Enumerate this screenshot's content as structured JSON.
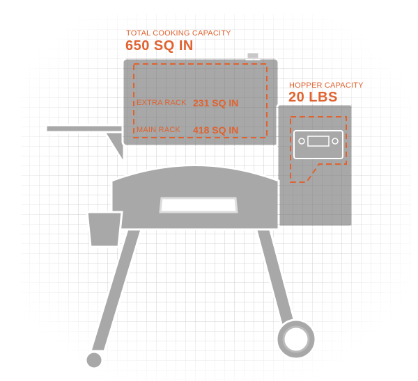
{
  "colors": {
    "accent": "#e0622f",
    "grill": "#a8a8a8",
    "grid": "#d6d6d6"
  },
  "total": {
    "label": "TOTAL COOKING CAPACITY",
    "value": "650 SQ IN"
  },
  "hopper": {
    "label": "HOPPER CAPACITY",
    "value": "20 LBS"
  },
  "racks": [
    {
      "label": "EXTRA RACK",
      "value": "231 SQ IN"
    },
    {
      "label": "MAIN RACK",
      "value": "418 SQ IN"
    }
  ]
}
